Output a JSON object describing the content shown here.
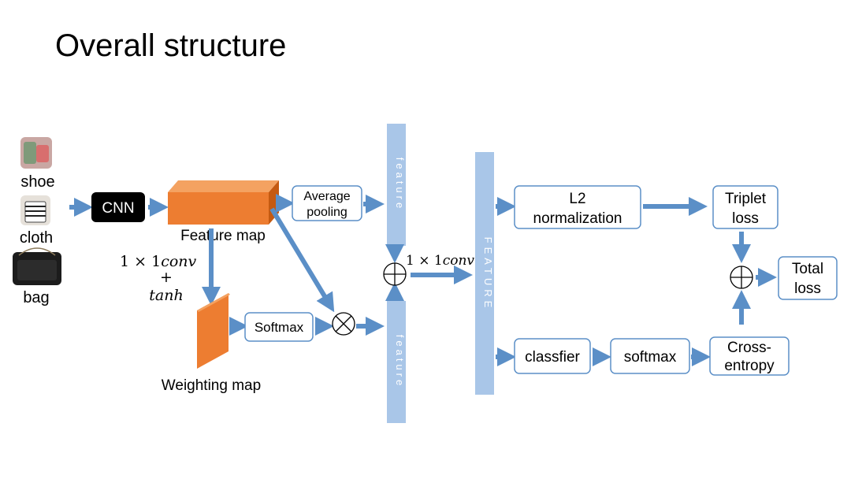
{
  "title": "Overall structure",
  "inputs": [
    "shoe",
    "cloth",
    "bag"
  ],
  "nodes": {
    "cnn": "CNN",
    "feature_map": "Feature map",
    "conv_tanh": [
      "1 × 1",
      "conv",
      "+",
      "tanh"
    ],
    "weighting_map": "Weighting map",
    "softmax_att": "Softmax",
    "avg_pooling": [
      "Average",
      "pooling"
    ],
    "feature_top": "feature",
    "feature_bottom": "feature",
    "conv_fuse": [
      "1 × 1",
      "conv"
    ],
    "feature_main": "FEATURE",
    "l2": [
      "L2",
      "normalization"
    ],
    "triplet": [
      "Triplet",
      "loss"
    ],
    "classifier": "classfier",
    "softmax_cls": "softmax",
    "cross_entropy": [
      "Cross-",
      "entropy"
    ],
    "total": [
      "Total",
      "loss"
    ]
  },
  "symbols": {
    "multiply": "⊗",
    "add": "⊕"
  },
  "colors": {
    "arrow": "#5b8fc7",
    "feature_bar": "#a9c6e8",
    "orange_front": "#ed7d31",
    "orange_top": "#f4a261",
    "orange_side": "#c55a11",
    "cnn_box": "#000000"
  }
}
